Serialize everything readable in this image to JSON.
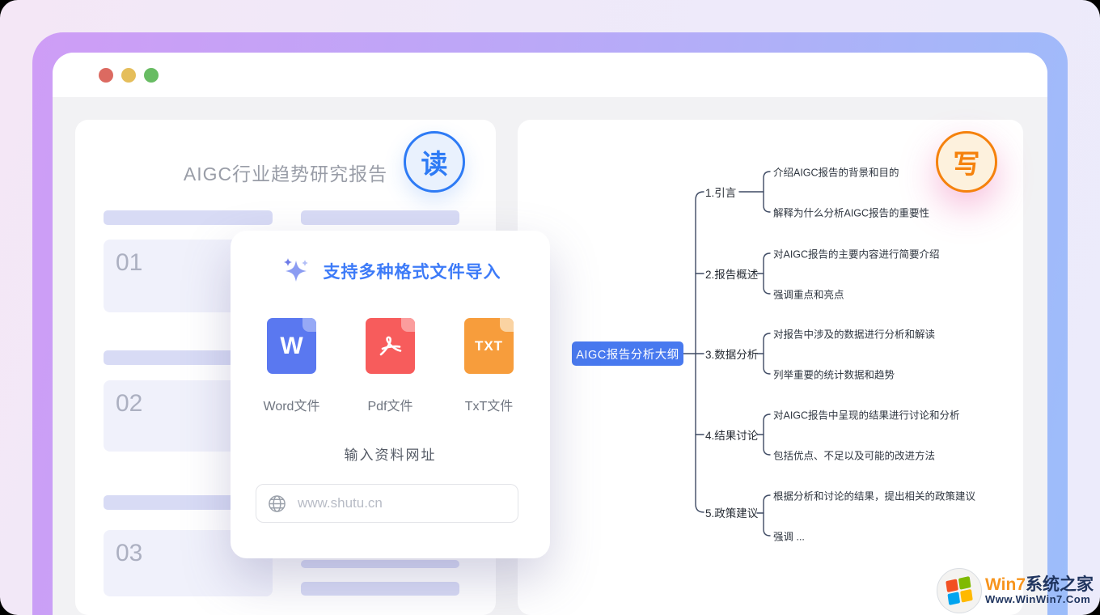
{
  "window": {
    "traffic_lights": [
      "close",
      "minimize",
      "maximize"
    ]
  },
  "reader_panel": {
    "title": "AIGC行业趋势研究报告",
    "badge": "读",
    "items": [
      "01",
      "02",
      "03"
    ]
  },
  "import_modal": {
    "title": "支持多种格式文件导入",
    "file_types": [
      {
        "label": "Word文件",
        "icon_text": "W"
      },
      {
        "label": "Pdf文件",
        "icon_text": ""
      },
      {
        "label": "TxT文件",
        "icon_text": "TXT"
      }
    ],
    "url_label": "输入资料网址",
    "url_placeholder": "www.shutu.cn"
  },
  "mindmap_panel": {
    "badge": "写",
    "root": "AIGC报告分析大纲",
    "branches": [
      {
        "label": "1.引言",
        "children": [
          "介绍AIGC报告的背景和目的",
          "解释为什么分析AIGC报告的重要性"
        ]
      },
      {
        "label": "2.报告概述",
        "children": [
          "对AIGC报告的主要内容进行简要介绍",
          "强调重点和亮点"
        ]
      },
      {
        "label": "3.数据分析",
        "children": [
          "对报告中涉及的数据进行分析和解读",
          "列举重要的统计数据和趋势"
        ]
      },
      {
        "label": "4.结果讨论",
        "children": [
          "对AIGC报告中呈现的结果进行讨论和分析",
          "包括优点、不足以及可能的改进方法"
        ]
      },
      {
        "label": "5.政策建议",
        "children": [
          "根据分析和讨论的结果，提出相关的政策建议",
          "强调 ..."
        ]
      }
    ]
  },
  "watermark": {
    "brand_prefix": "Win7",
    "brand_suffix": "系统之家",
    "url": "Www.WinWin7.Com"
  },
  "colors": {
    "accent_blue": "#2E7BF5",
    "accent_orange": "#F5820D",
    "node_blue": "#4879EF",
    "word_blue": "#5A78F0",
    "pdf_red": "#F75C5C",
    "txt_orange": "#F79D3C",
    "frame_purple": "#CE9DF6",
    "frame_blue": "#9CBDFA"
  }
}
